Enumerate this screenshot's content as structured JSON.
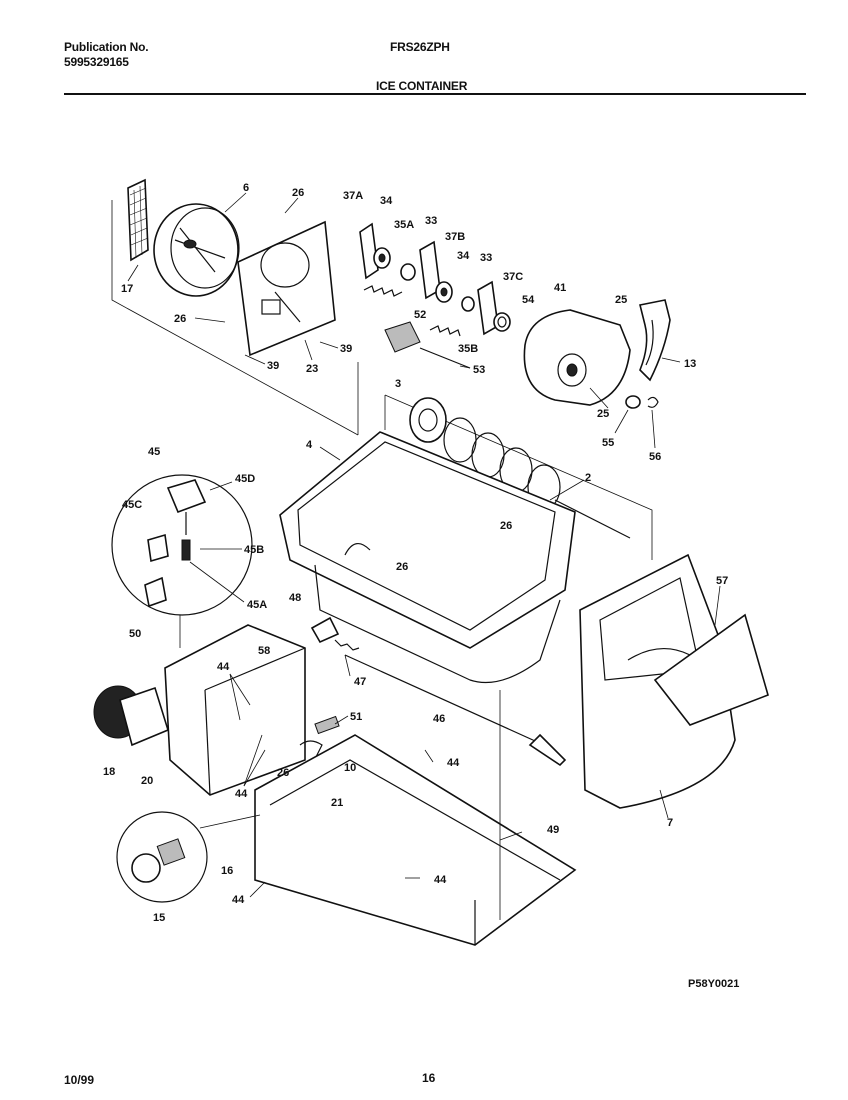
{
  "header": {
    "publication_label": "Publication No.",
    "publication_number": "5995329165",
    "model": "FRS26ZPH",
    "section_title": "ICE CONTAINER"
  },
  "diagram": {
    "drawing_number": "P58Y0021",
    "callouts": [
      {
        "id": "c6",
        "text": "6"
      },
      {
        "id": "c26a",
        "text": "26"
      },
      {
        "id": "c37a",
        "text": "37A"
      },
      {
        "id": "c34a",
        "text": "34"
      },
      {
        "id": "c35a",
        "text": "35A"
      },
      {
        "id": "c33a",
        "text": "33"
      },
      {
        "id": "c37b",
        "text": "37B"
      },
      {
        "id": "c34b",
        "text": "34"
      },
      {
        "id": "c33b",
        "text": "33"
      },
      {
        "id": "c37c",
        "text": "37C"
      },
      {
        "id": "c54",
        "text": "54"
      },
      {
        "id": "c41",
        "text": "41"
      },
      {
        "id": "c25a",
        "text": "25"
      },
      {
        "id": "c17",
        "text": "17"
      },
      {
        "id": "c26b",
        "text": "26"
      },
      {
        "id": "c52",
        "text": "52"
      },
      {
        "id": "c35b",
        "text": "35B"
      },
      {
        "id": "c39a",
        "text": "39"
      },
      {
        "id": "c39b",
        "text": "39"
      },
      {
        "id": "c23",
        "text": "23"
      },
      {
        "id": "c53",
        "text": "53"
      },
      {
        "id": "c13",
        "text": "13"
      },
      {
        "id": "c3",
        "text": "3"
      },
      {
        "id": "c25b",
        "text": "25"
      },
      {
        "id": "c55",
        "text": "55"
      },
      {
        "id": "c56",
        "text": "56"
      },
      {
        "id": "c4",
        "text": "4"
      },
      {
        "id": "c2",
        "text": "2"
      },
      {
        "id": "c45",
        "text": "45"
      },
      {
        "id": "c45d",
        "text": "45D"
      },
      {
        "id": "c45c",
        "text": "45C"
      },
      {
        "id": "c45b",
        "text": "45B"
      },
      {
        "id": "c45a",
        "text": "45A"
      },
      {
        "id": "c50",
        "text": "50"
      },
      {
        "id": "c26c",
        "text": "26"
      },
      {
        "id": "c26d",
        "text": "26"
      },
      {
        "id": "c57",
        "text": "57"
      },
      {
        "id": "c48",
        "text": "48"
      },
      {
        "id": "c47",
        "text": "47"
      },
      {
        "id": "c46",
        "text": "46"
      },
      {
        "id": "c44a",
        "text": "44"
      },
      {
        "id": "c58",
        "text": "58"
      },
      {
        "id": "c51",
        "text": "51"
      },
      {
        "id": "c18",
        "text": "18"
      },
      {
        "id": "c20",
        "text": "20"
      },
      {
        "id": "c44b",
        "text": "44"
      },
      {
        "id": "c26e",
        "text": "26"
      },
      {
        "id": "c10",
        "text": "10"
      },
      {
        "id": "c44c",
        "text": "44"
      },
      {
        "id": "c21",
        "text": "21"
      },
      {
        "id": "c49",
        "text": "49"
      },
      {
        "id": "c7",
        "text": "7"
      },
      {
        "id": "c16",
        "text": "16"
      },
      {
        "id": "c15",
        "text": "15"
      },
      {
        "id": "c44d",
        "text": "44"
      },
      {
        "id": "c44e",
        "text": "44"
      }
    ]
  },
  "footer": {
    "date": "10/99",
    "page_number": "16"
  }
}
